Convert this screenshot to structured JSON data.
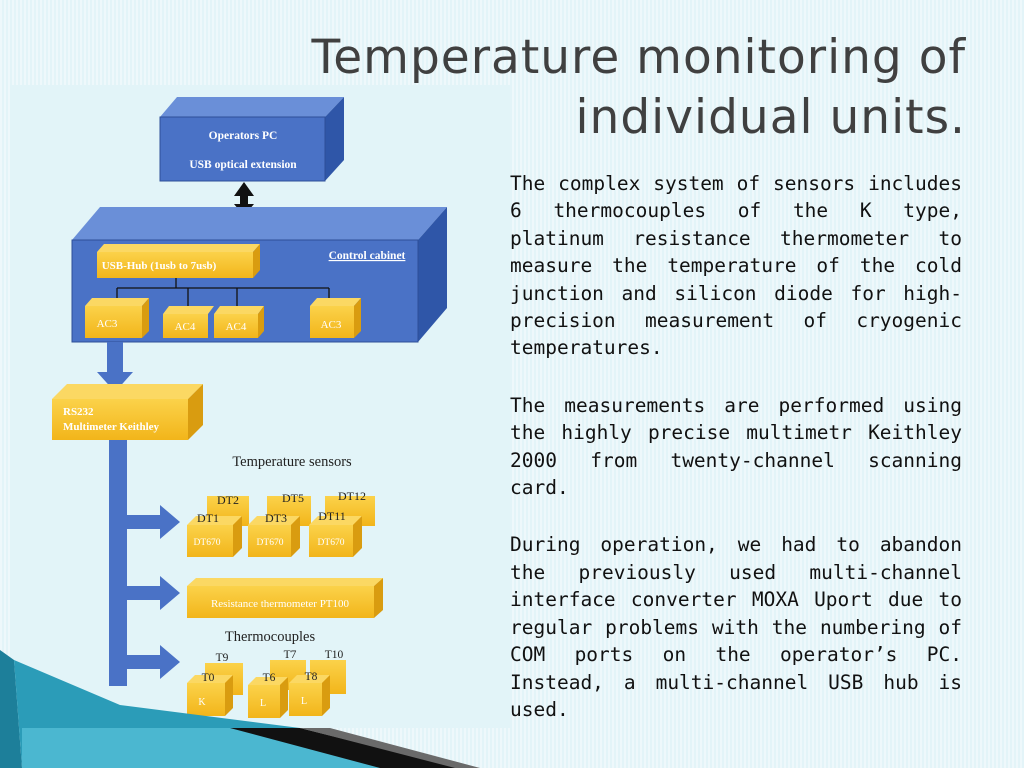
{
  "title": {
    "line1": "Temperature monitoring of",
    "line2": "individual units."
  },
  "paragraphs": [
    "The complex system of sensors includes 6 thermocouples of the K type, platinum resistance thermometer to measure the temperature of the cold junction and silicon diode for high-precision measurement of cryogenic temperatures.",
    "The measurements are performed using the highly precise multimetr Keithley 2000 from twenty-channel scanning card.",
    "During operation, we had to abandon the previously used multi-channel interface converter MOXA Uport due to regular problems with the numbering of COM ports on the operator’s PC. Instead, a multi-channel USB hub is used."
  ],
  "diagram": {
    "pc_box": {
      "line1": "Operators PC",
      "line2": "USB optical extension"
    },
    "cabinet": {
      "label": "Control cabinet",
      "hub": "USB-Hub (1usb  to 7usb)",
      "ac": [
        "AC3",
        "AC4",
        "AC4",
        "AC3"
      ]
    },
    "rs232": {
      "line1": "RS232",
      "line2": "Multimeter Keithley"
    },
    "temp_sensors": {
      "heading": "Temperature sensors",
      "tags": [
        "DT2",
        "DT1",
        "DT5",
        "DT3",
        "DT12",
        "DT11"
      ],
      "models": [
        "DT670",
        "DT670",
        "DT670"
      ]
    },
    "resistance": "Resistance thermometer PT100",
    "thermocouples": {
      "heading": "Thermocouples",
      "tags": [
        "T9",
        "T0",
        "T7",
        "T6",
        "T10",
        "T8"
      ],
      "types": [
        "K",
        "L",
        "L"
      ]
    }
  },
  "colors": {
    "blue": "#4a72c6",
    "yellow": "#f7c22a",
    "title": "#404040"
  }
}
